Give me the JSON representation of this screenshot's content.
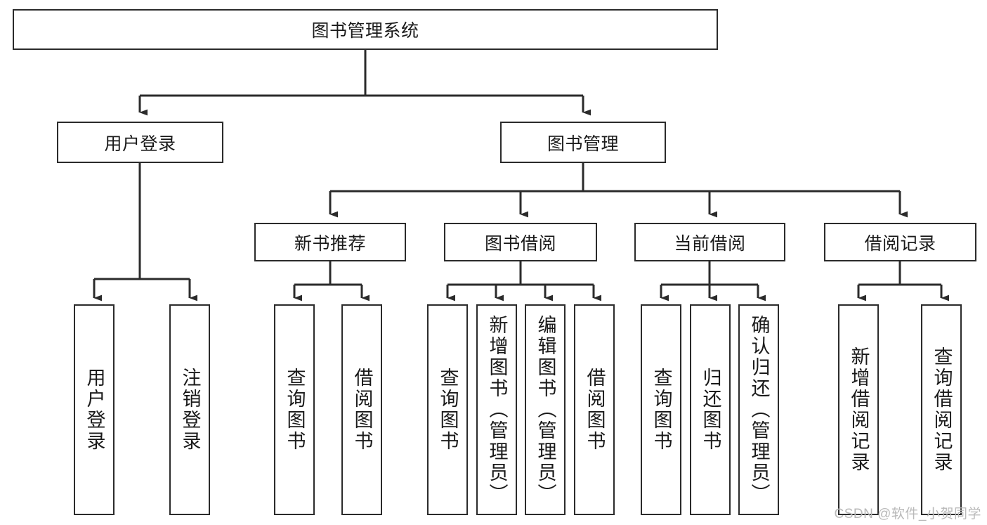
{
  "diagram": {
    "title": "图书管理系统",
    "type": "tree-hierarchy-diagram",
    "orientation": "top-down",
    "colors": {
      "node_border": "#2b2b2b",
      "node_fill": "#ffffff",
      "edge": "#2b2b2b",
      "background": "#ffffff",
      "watermark": "#b9b9b9"
    },
    "levels": {
      "level1": [
        {
          "id": "root",
          "label": "图书管理系统",
          "orientation": "horizontal"
        }
      ],
      "level2": [
        {
          "id": "user-login",
          "label": "用户登录",
          "orientation": "horizontal"
        },
        {
          "id": "book-management",
          "label": "图书管理",
          "orientation": "horizontal"
        }
      ],
      "level3": [
        {
          "id": "new-book-recommend",
          "label": "新书推荐",
          "orientation": "horizontal"
        },
        {
          "id": "book-borrow",
          "label": "图书借阅",
          "orientation": "horizontal"
        },
        {
          "id": "current-borrow",
          "label": "当前借阅",
          "orientation": "horizontal"
        },
        {
          "id": "borrow-record",
          "label": "借阅记录",
          "orientation": "horizontal"
        }
      ],
      "level4": [
        {
          "id": "leaf-user-login",
          "label": "用户登录",
          "orientation": "vertical",
          "parent": "user-login"
        },
        {
          "id": "leaf-logout-login",
          "label": "注销登录",
          "orientation": "vertical",
          "parent": "user-login"
        },
        {
          "id": "leaf-query-book-1",
          "label": "查询图书",
          "orientation": "vertical",
          "parent": "new-book-recommend"
        },
        {
          "id": "leaf-borrow-book-1",
          "label": "借阅图书",
          "orientation": "vertical",
          "parent": "new-book-recommend"
        },
        {
          "id": "leaf-query-book-2",
          "label": "查询图书",
          "orientation": "vertical",
          "parent": "book-borrow"
        },
        {
          "id": "leaf-add-book",
          "label": "新增图书（管理员）",
          "orientation": "vertical",
          "parent": "book-borrow"
        },
        {
          "id": "leaf-edit-book",
          "label": "编辑图书（管理员）",
          "orientation": "vertical",
          "parent": "book-borrow"
        },
        {
          "id": "leaf-borrow-book-2",
          "label": "借阅图书",
          "orientation": "vertical",
          "parent": "book-borrow"
        },
        {
          "id": "leaf-query-book-3",
          "label": "查询图书",
          "orientation": "vertical",
          "parent": "current-borrow"
        },
        {
          "id": "leaf-return-book",
          "label": "归还图书",
          "orientation": "vertical",
          "parent": "current-borrow"
        },
        {
          "id": "leaf-confirm-return",
          "label": "确认归还（管理员）",
          "orientation": "vertical",
          "parent": "current-borrow"
        },
        {
          "id": "leaf-add-record",
          "label": "新增借阅记录",
          "orientation": "vertical",
          "parent": "borrow-record"
        },
        {
          "id": "leaf-query-record",
          "label": "查询借阅记录",
          "orientation": "vertical",
          "parent": "borrow-record"
        }
      ]
    },
    "watermark": "CSDN @软件_小贺同学"
  }
}
